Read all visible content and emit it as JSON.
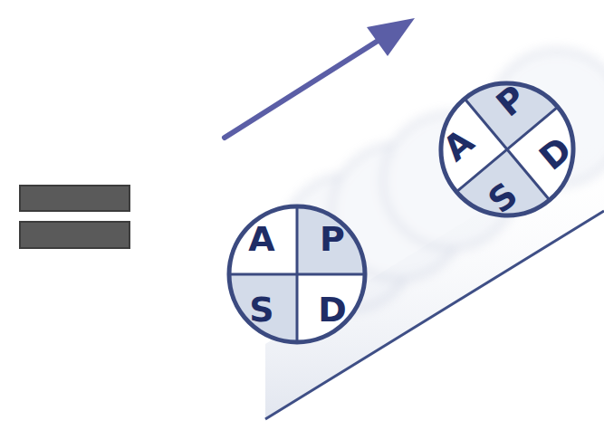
{
  "diagram": {
    "nodes": [
      {
        "text": [
          "A",
          "P",
          "S",
          "D"
        ]
      },
      {
        "text": [
          "A",
          "P",
          "S",
          "D"
        ]
      }
    ]
  }
}
